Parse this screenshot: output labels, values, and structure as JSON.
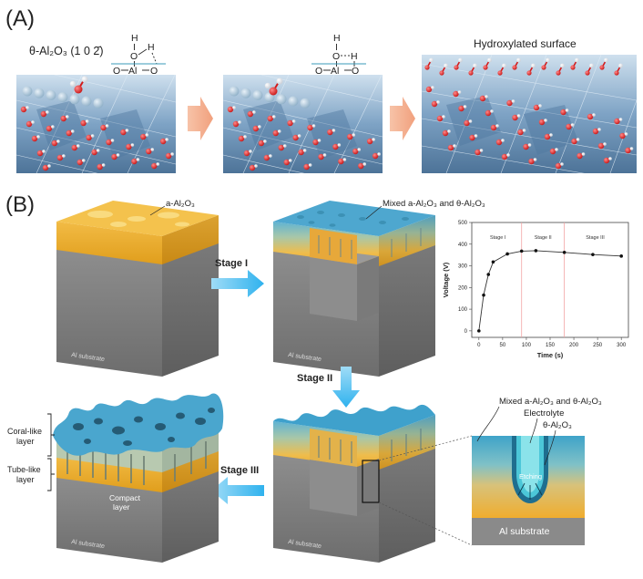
{
  "panel_a": {
    "label": "(A)",
    "facet_label": "θ-Al₂O₃ (1 0 2̄)",
    "surface_title": "Hydroxylated surface",
    "mol1": {
      "h_top": "H",
      "o_mid": "O",
      "h_right": "H",
      "o_left": "O",
      "al": "Al",
      "o_right": "O"
    },
    "mol2": {
      "h_top": "H",
      "o_mid": "O",
      "h_right": "H",
      "o_left": "O",
      "al": "Al",
      "o_right": "O"
    }
  },
  "panel_b": {
    "label": "(B)",
    "cube1_top_label": "a-Al₂O₃",
    "cube2_top_label": "Mixed a-Al₂O₃ and θ-Al₂O₃",
    "substrate_face_label": "Al substrate",
    "stage1": "Stage I",
    "stage2": "Stage II",
    "stage3": "Stage III",
    "coral_layer": [
      "Coral-like",
      "layer"
    ],
    "tube_layer": [
      "Tube-like",
      "layer"
    ],
    "compact_layer": [
      "Compact",
      "layer"
    ],
    "inset": {
      "label_mixed": "Mixed a-Al₂O₃ and θ-Al₂O₃",
      "label_electrolyte": "Electrolyte",
      "label_theta": "θ-Al₂O₃",
      "label_etching": "Etching",
      "label_substrate": "Al substrate"
    }
  },
  "chart_data": {
    "type": "line",
    "x": [
      0,
      10,
      20,
      30,
      60,
      90,
      120,
      180,
      240,
      300
    ],
    "y": [
      0,
      165,
      260,
      318,
      355,
      368,
      370,
      362,
      352,
      345
    ],
    "xlabel": "Time (s)",
    "ylabel": "Voltage (V)",
    "xlim": [
      -15,
      315
    ],
    "ylim": [
      -30,
      500
    ],
    "xticks": [
      0,
      50,
      100,
      150,
      200,
      250,
      300
    ],
    "yticks": [
      0,
      100,
      200,
      300,
      400,
      500
    ],
    "stage_boundaries": [
      90,
      180
    ],
    "stages": [
      "Stage I",
      "Stage II",
      "Stage III"
    ],
    "line_color": "#333333",
    "boundary_color": "#f2a3a3"
  }
}
